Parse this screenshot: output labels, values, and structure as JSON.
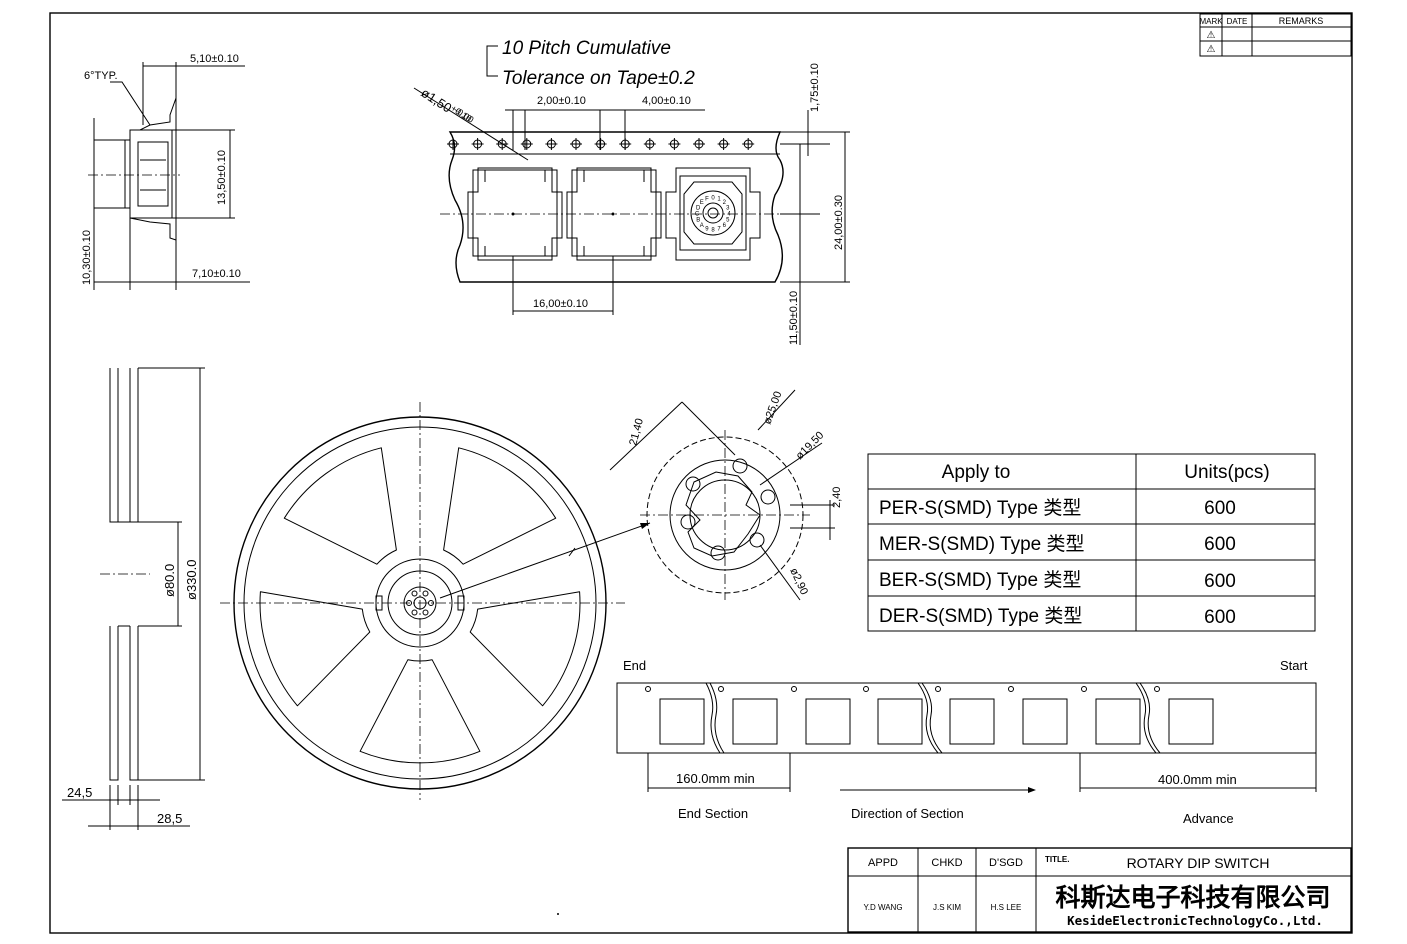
{
  "revision_block": {
    "headers": [
      "MARK",
      "DATE",
      "REMARKS"
    ],
    "marks": [
      "⚠",
      "⚠"
    ]
  },
  "tape_drawing": {
    "pitch_note_line1": "10 Pitch Cumulative",
    "pitch_note_line2": "Tolerance on Tape±0.2",
    "dim_sprocket_pitch": "2,00±0.10",
    "dim_hole_pitch": "4,00±0.10",
    "dim_hole_dia": "ø1,50+0.10 -0.00",
    "dim_hole_dia_main": "ø1,50",
    "dim_hole_dia_tol_plus": "+0.10",
    "dim_hole_dia_tol_minus": "-0.00",
    "dim_edge": "1,75±0.10",
    "dim_width": "24,00±0.30",
    "dim_center": "11,50±0.10",
    "dim_pocket_pitch": "16,00±0.10",
    "rotor_digits": [
      "0",
      "1",
      "2",
      "3",
      "4",
      "5",
      "6",
      "7",
      "8",
      "9",
      "A",
      "B",
      "C",
      "D",
      "E",
      "F"
    ]
  },
  "side_view": {
    "angle": "6°TYP.",
    "dim_top": "5,10±0.10",
    "dim_height": "13,50±0.10",
    "dim_total": "10,30±0.10",
    "dim_bottom": "7,10±0.10"
  },
  "reel_side": {
    "dim_hub": "ø80.0",
    "dim_reel": "ø330.0",
    "dim_a": "24,5",
    "dim_b": "28,5"
  },
  "hub_detail": {
    "dim_21_40": "21,40",
    "dim_25_00": "ø25,00",
    "dim_19_50": "ø19,50",
    "dim_2_40": "2,40",
    "dim_2_90": "ø2,90"
  },
  "packing_table": {
    "headers": [
      "Apply to",
      "Units(pcs)"
    ],
    "rows": [
      {
        "type": "PER-S(SMD) Type  类型",
        "units": "600"
      },
      {
        "type": "MER-S(SMD) Type  类型",
        "units": "600"
      },
      {
        "type": "BER-S(SMD) Type  类型",
        "units": "600"
      },
      {
        "type": "DER-S(SMD) Type  类型",
        "units": "600"
      }
    ]
  },
  "tape_sections": {
    "end": "End",
    "start": "Start",
    "end_len": "160.0mm min",
    "adv_len": "400.0mm min",
    "end_section": "End Section",
    "direction": "Direction of Section",
    "advance": "Advance"
  },
  "title_block": {
    "appd": "APPD",
    "chkd": "CHKD",
    "dsgd": "D'SGD",
    "title_label": "TITLE.",
    "title": "ROTARY DIP SWITCH",
    "appd_name": "Y.D WANG",
    "chkd_name": "J.S KIM",
    "dsgd_name": "H.S LEE",
    "company_cn": "科斯达电子科技有限公司",
    "company_en": "KesideElectronicTechnologyCo.,Ltd."
  }
}
